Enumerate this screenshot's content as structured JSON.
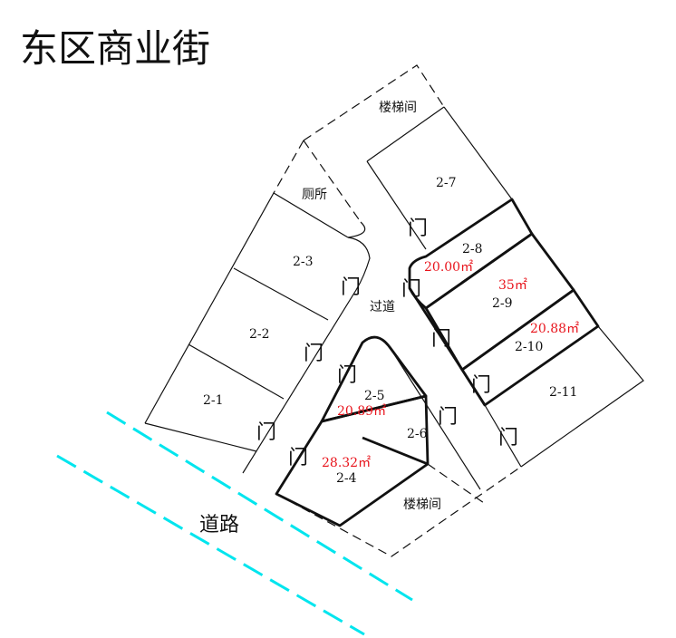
{
  "title": "东区商业街",
  "road_label": "道路",
  "corridor_label": "过道",
  "toilet_label": "厕所",
  "stairs_top_label": "楼梯间",
  "stairs_bottom_label": "楼梯间",
  "door_glyph": "门",
  "colors": {
    "line": "#111111",
    "area_text": "#e8141c",
    "road": "#00e5ee",
    "background": "#ffffff"
  },
  "units": {
    "u2_1": {
      "id": "2-1"
    },
    "u2_2": {
      "id": "2-2"
    },
    "u2_3": {
      "id": "2-3"
    },
    "u2_4": {
      "id": "2-4",
      "area": "28.32㎡"
    },
    "u2_5": {
      "id": "2-5",
      "area": "20.89㎡"
    },
    "u2_6": {
      "id": "2-6"
    },
    "u2_7": {
      "id": "2-7"
    },
    "u2_8": {
      "id": "2-8",
      "area": "20.00㎡"
    },
    "u2_9": {
      "id": "2-9",
      "area": "35㎡"
    },
    "u2_10": {
      "id": "2-10",
      "area": "20.88㎡"
    },
    "u2_11": {
      "id": "2-11"
    }
  }
}
